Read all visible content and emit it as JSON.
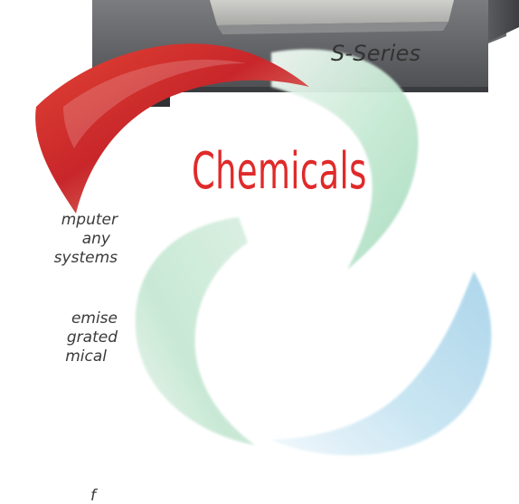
{
  "device": {
    "label": "S-Series"
  },
  "headline": {
    "text": "Chemicals"
  },
  "paragraphs": [
    {
      "lines": [
        "mputer",
        "any",
        "systems"
      ]
    },
    {
      "lines": [
        "emise",
        "grated",
        "mical"
      ]
    },
    {
      "lines": [
        "f"
      ]
    }
  ],
  "colors": {
    "headline": "#e02a2a",
    "swirl_red": "#c8262a",
    "swirl_green": "#bfe6cf",
    "swirl_blue": "#c6e4f2",
    "device_gray": "#6f7073"
  }
}
